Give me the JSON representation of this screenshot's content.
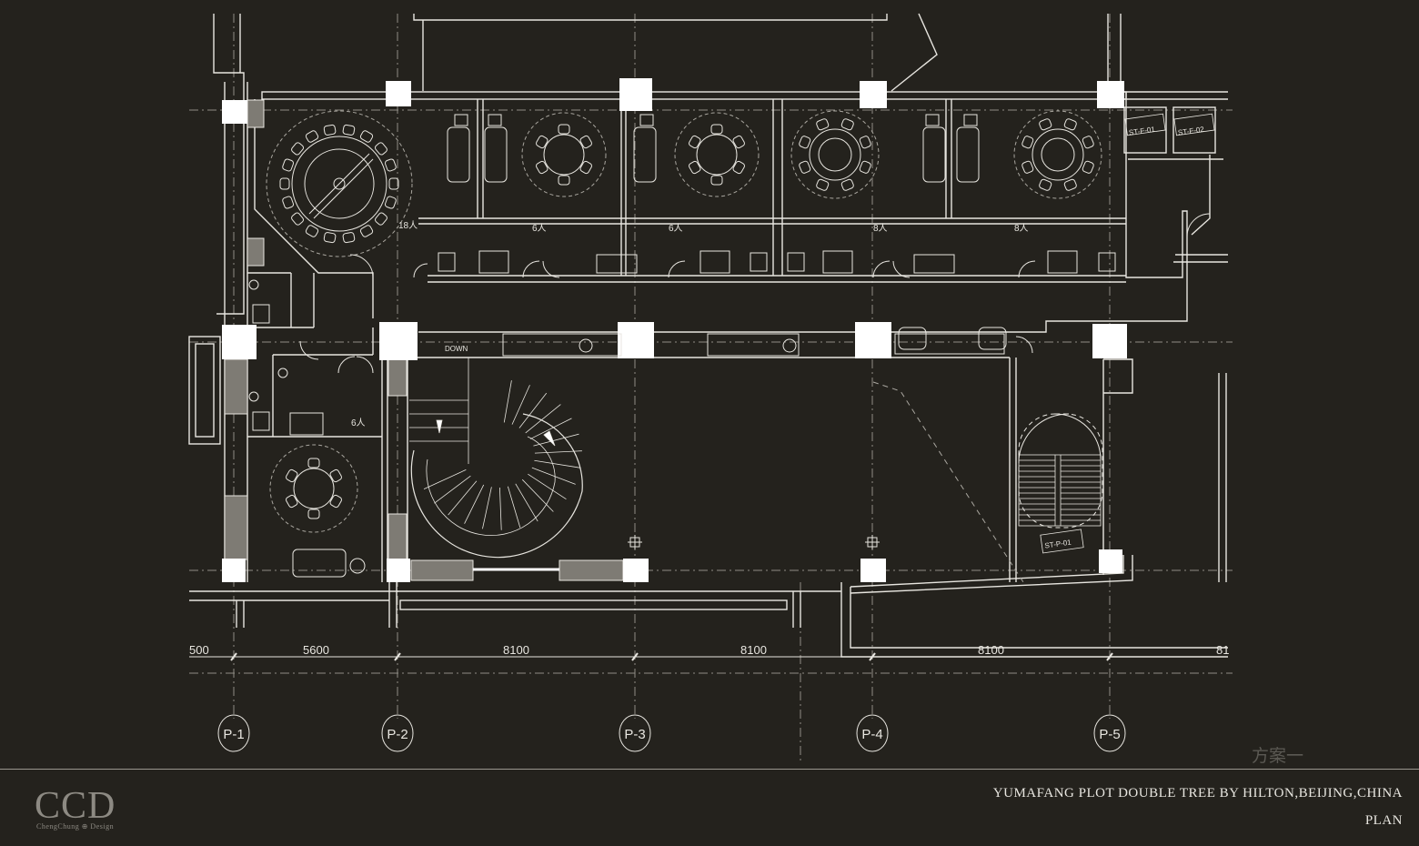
{
  "plan": {
    "scheme_label": "方案一",
    "dimensions": [
      "500",
      "5600",
      "8100",
      "8100",
      "8100",
      "81"
    ],
    "grid_axes": [
      "P-1",
      "P-2",
      "P-3",
      "P-4",
      "P-5"
    ],
    "room_capacities": [
      "18人",
      "6人",
      "6人",
      "8人",
      "8人",
      "6人"
    ],
    "stair_label": "DOWN",
    "stair_tags": [
      "ST-F-01",
      "ST-F-02",
      "ST-P-01"
    ]
  },
  "title_block": {
    "logo": "CCD",
    "logo_subtitle": "ChengChung ⊕ Design",
    "project_title": "YUMAFANG PLOT DOUBLE TREE BY HILTON,BEIJING,CHINA",
    "sheet_title": "PLAN"
  },
  "colors": {
    "background": "#24221d",
    "linework": "#e8e6e0",
    "dashed": "#a9a69f",
    "column_fill": "#ffffff"
  }
}
